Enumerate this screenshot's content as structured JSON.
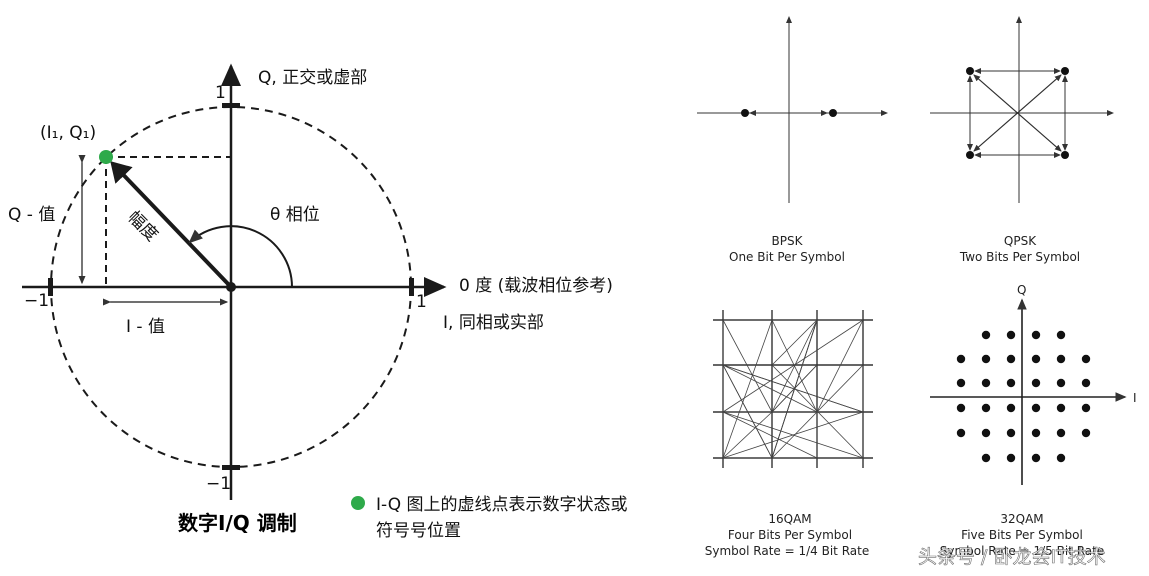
{
  "iq_diagram": {
    "q_axis_label": "Q, 正交或虚部",
    "i_axis_label": "I, 同相或实部",
    "zero_deg_label": "0 度 (载波相位参考)",
    "tick_top": "1",
    "tick_right": "1",
    "tick_left": "−1",
    "tick_bottom": "−1",
    "point_label": "(I₁, Q₁)",
    "q_value_label": "Q - 值",
    "i_value_label": "I - 值",
    "magnitude_label": "幅度",
    "phase_label": "θ 相位",
    "title": "数字I/Q 调制",
    "legend_line1": "I-Q 图上的虚线点表示数字状态或",
    "legend_line2": "符号号位置",
    "colors": {
      "point": "#2eaa4a",
      "ink": "#1a1a1a"
    }
  },
  "constellations": {
    "bpsk": {
      "name": "BPSK",
      "desc": "One Bit Per Symbol"
    },
    "qpsk": {
      "name": "QPSK",
      "desc": "Two Bits Per Symbol"
    },
    "qam16": {
      "name": "16QAM",
      "desc": "Four Bits Per Symbol",
      "note": "Symbol Rate = 1/4 Bit Rate"
    },
    "qam32": {
      "name": "32QAM",
      "desc": "Five Bits Per Symbol",
      "note": "Symbol Rate = 1/5 Bit Rate",
      "axis_q": "Q",
      "axis_i": "I"
    }
  },
  "watermark": "头条号 / 卧龙会IT技术"
}
